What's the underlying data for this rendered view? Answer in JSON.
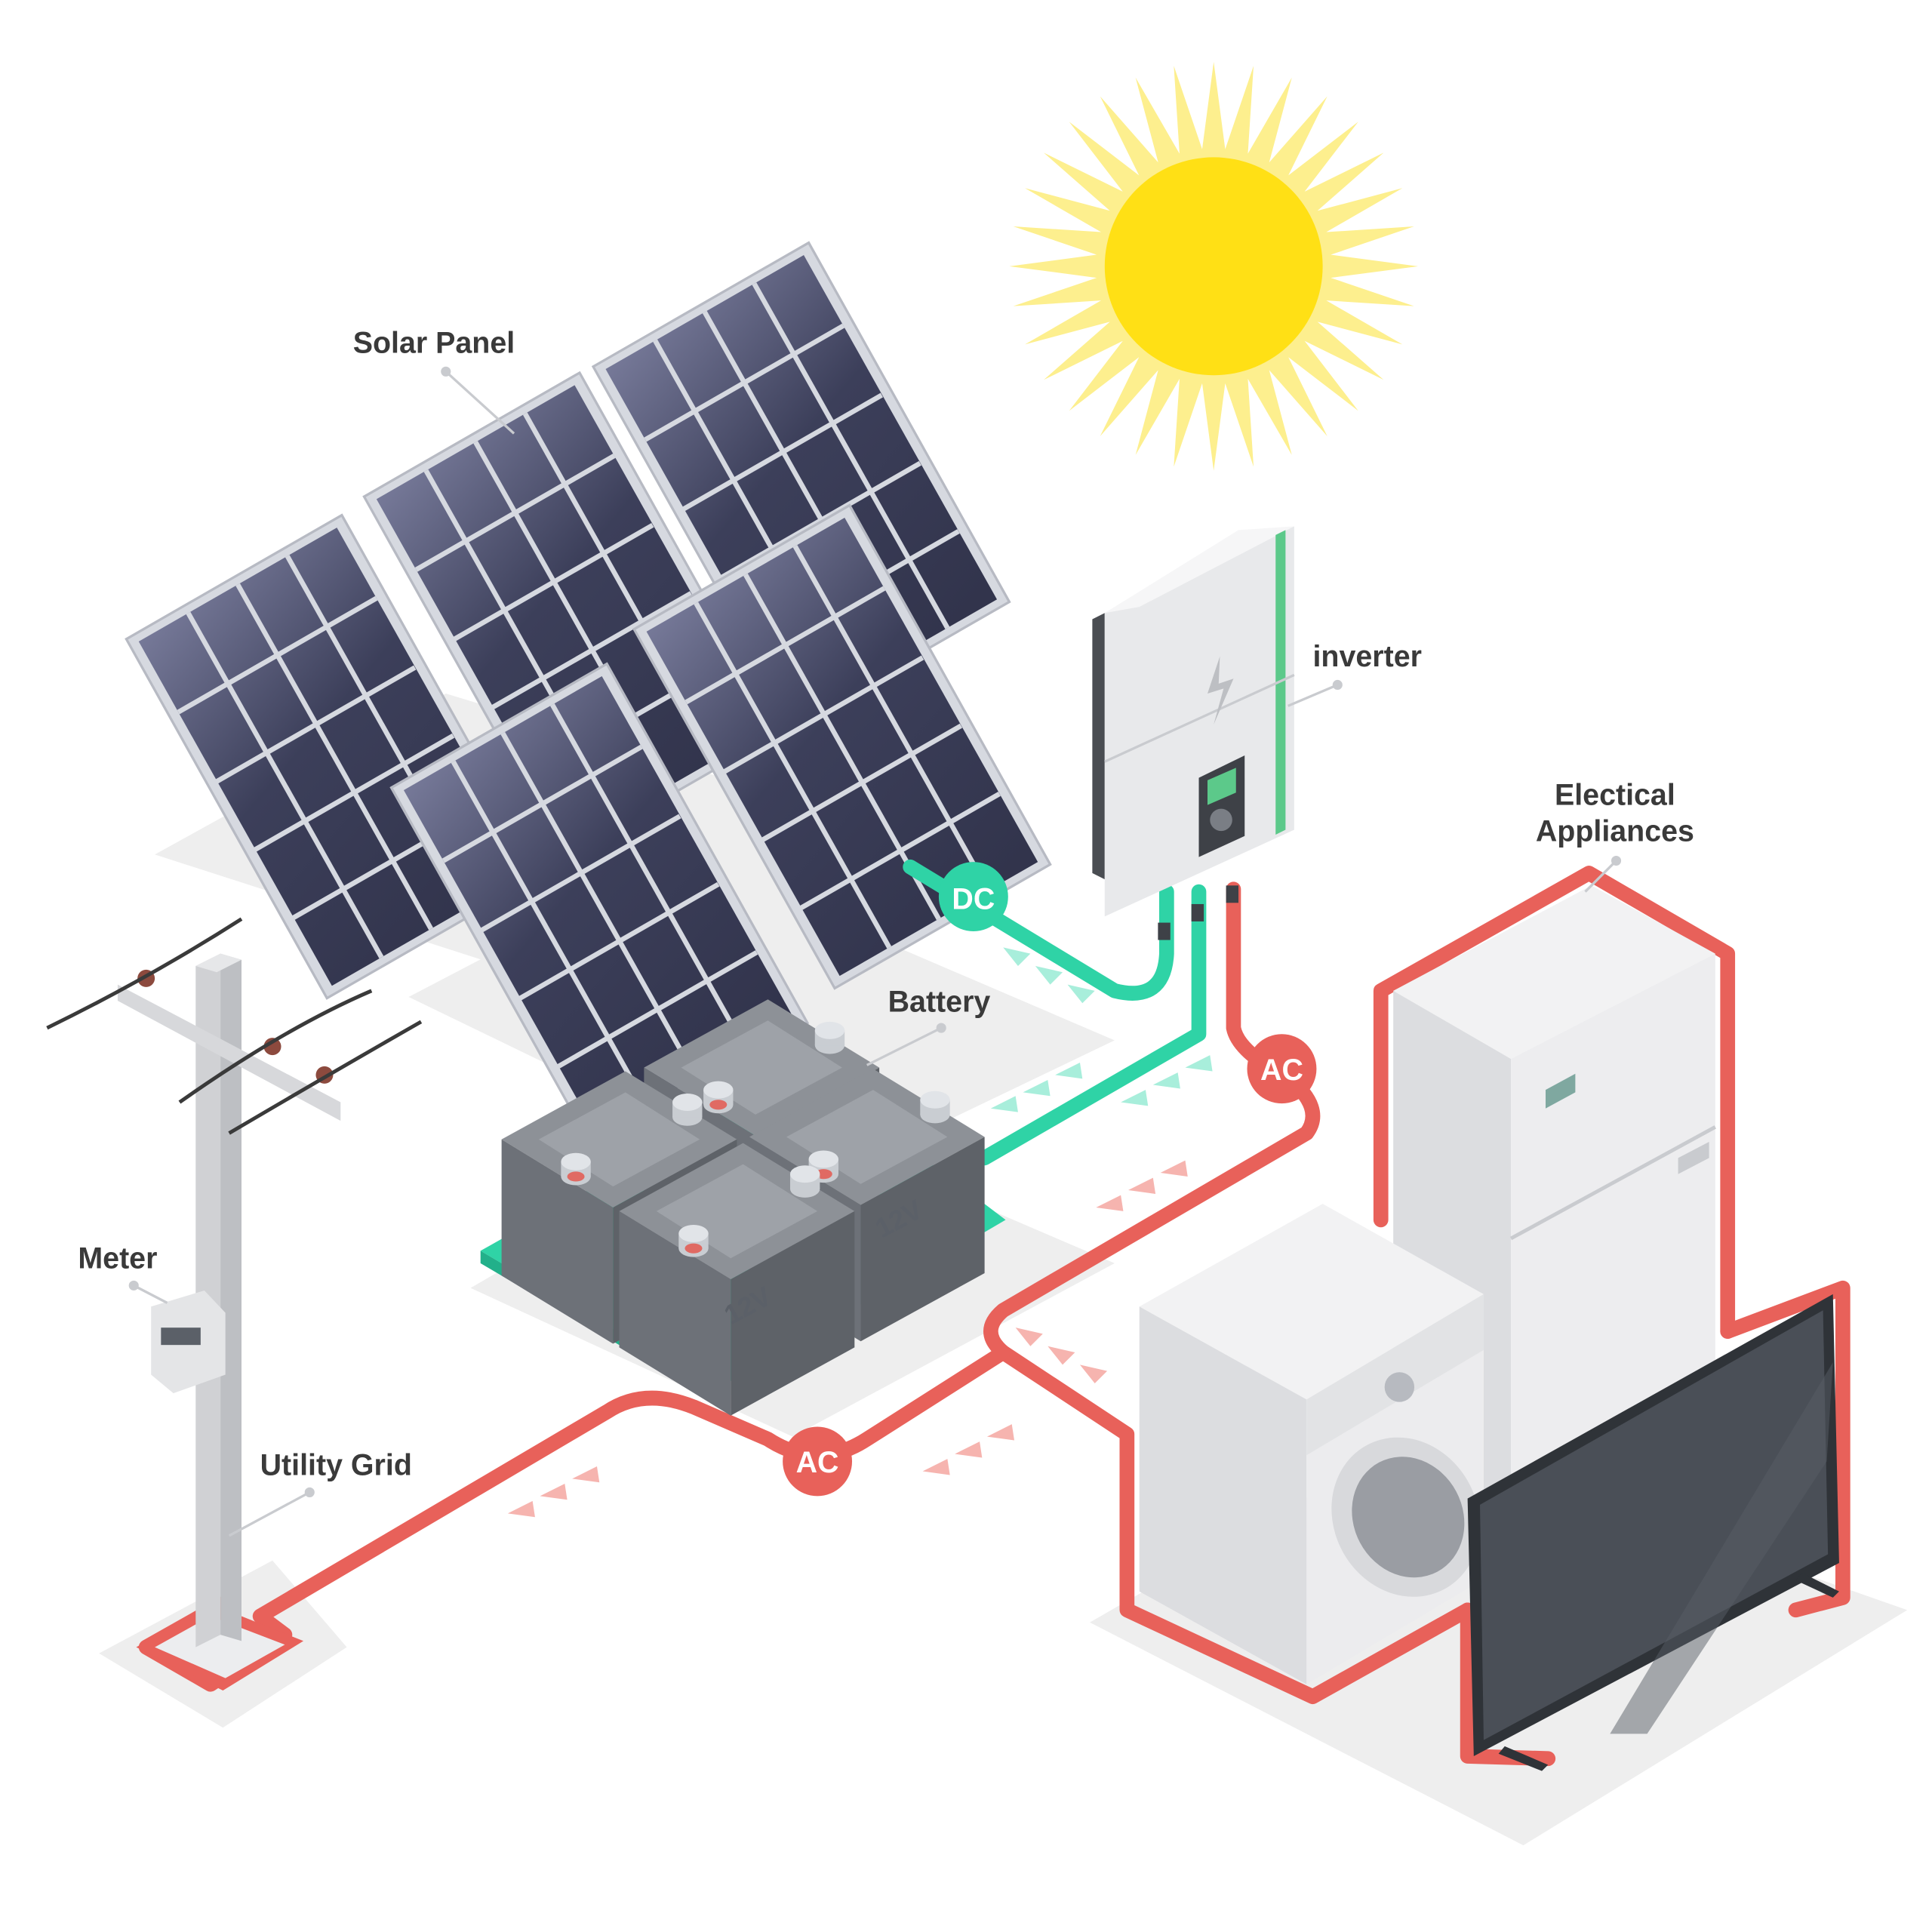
{
  "labels": {
    "solar_panel": "Solar Panel",
    "inverter": "inverter",
    "battery": "Battery",
    "appliances_line1": "Electical",
    "appliances_line2": "Appliances",
    "meter": "Meter",
    "utility_grid": "Utility Grid"
  },
  "badges": {
    "dc": "DC",
    "ac_upper": "AC",
    "ac_lower": "AC"
  },
  "battery_marking": "12V",
  "colors": {
    "sun": "#FFE015",
    "sun_rays": "#FDEF8E",
    "dc_line": "#2FD3A6",
    "ac_line": "#E8615A",
    "solar_cell": "#3A3D57",
    "solar_frame": "#D6D9E0",
    "battery_body": "#6D7178",
    "inverter_accent": "#5CC98A",
    "tv_screen": "#4A4F57",
    "ground_shadow": "#EEEEEE"
  }
}
